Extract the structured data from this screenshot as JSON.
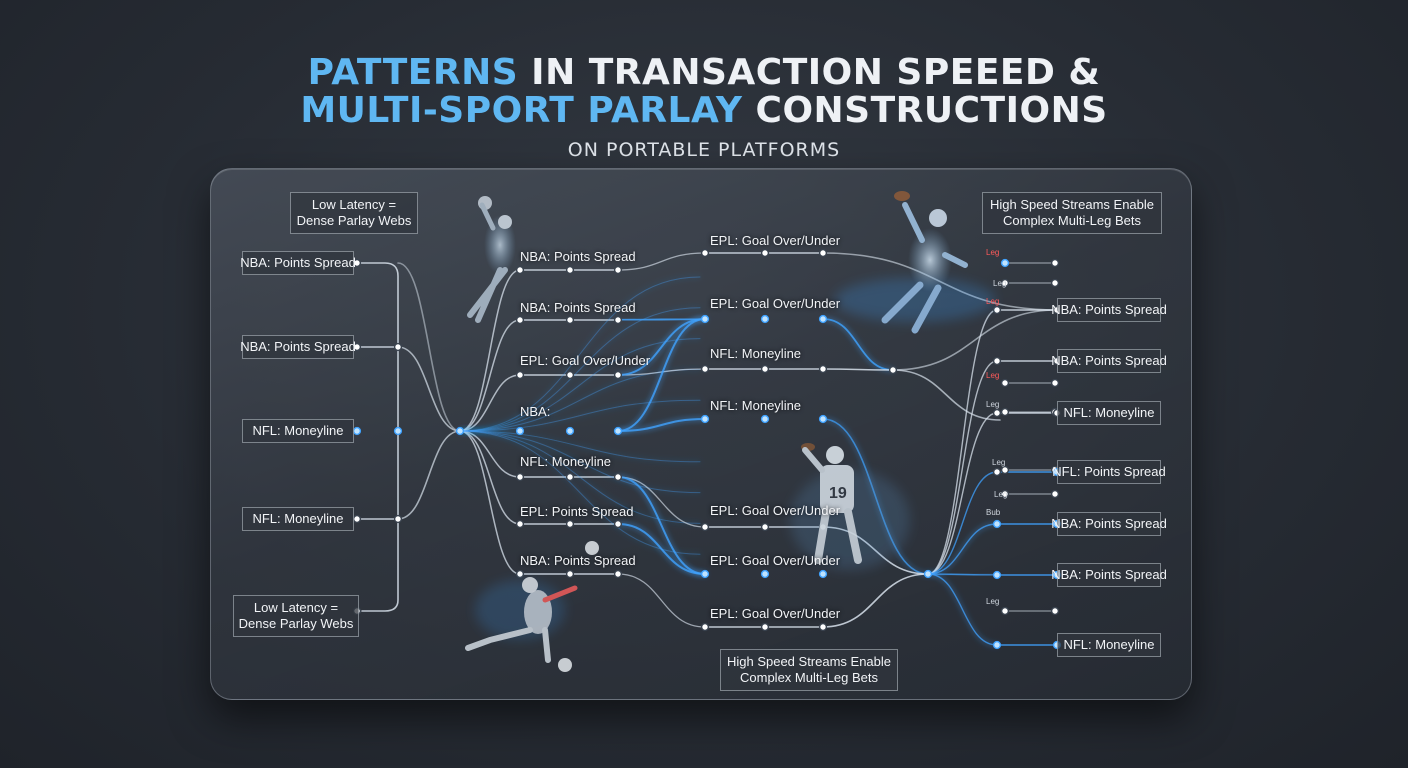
{
  "header": {
    "title_line1_highlight": "PATTERNS",
    "title_line1_rest": " IN TRANSACTION SPEEED &",
    "title_line2_highlight": "MULTI-SPORT PARLAY",
    "title_line2_rest": " CONSTRUCTIONS",
    "subtitle": "ON PORTABLE PLATFORMS"
  },
  "callouts": {
    "top_left": [
      "Low Latency =",
      "Dense Parlay Webs"
    ],
    "bottom_left": [
      "Low Latency =",
      "Dense Parlay Webs"
    ],
    "top_right": [
      "High Speed Streams Enable",
      "Complex Multi-Leg Bets"
    ],
    "bottom_center": [
      "High Speed Streams Enable",
      "Complex Multi-Leg Bets"
    ]
  },
  "left_boxes": [
    "NBA: Points Spread",
    "NBA: Points Spread",
    "NFL: Moneyline",
    "NFL: Moneyline"
  ],
  "mid_labels": {
    "col1": [
      "NBA: Points Spread",
      "NBA: Points Spread",
      "EPL: Goal Over/Under",
      "NBA:",
      "NFL: Moneyline",
      "EPL: Points Spread",
      "NBA: Points Spread"
    ],
    "col2": [
      "EPL: Goal Over/Under",
      "EPL: Goal Over/Under",
      "NFL: Moneyline",
      "NFL: Moneyline",
      "EPL: Goal Over/Under",
      "EPL: Goal Over/Under",
      "EPL: Goal Over/Under"
    ]
  },
  "right_boxes": [
    "NBA: Points Spread",
    "NBA: Points Spread",
    "NFL: Moneyline",
    "NFL: Points Spread",
    "NBA: Points Spread",
    "NBA: Points Spread",
    "NFL: Moneyline"
  ],
  "leg_tags": [
    "Leg",
    "Leg",
    "Leg",
    "Leg",
    "Leg",
    "Leg",
    "Leg",
    "Leg",
    "Bub"
  ],
  "colors": {
    "accent": "#5fb7f2",
    "glow": "#3fa2ff",
    "line": "#d8e2ec",
    "leg_red": "#ff5a5a"
  }
}
